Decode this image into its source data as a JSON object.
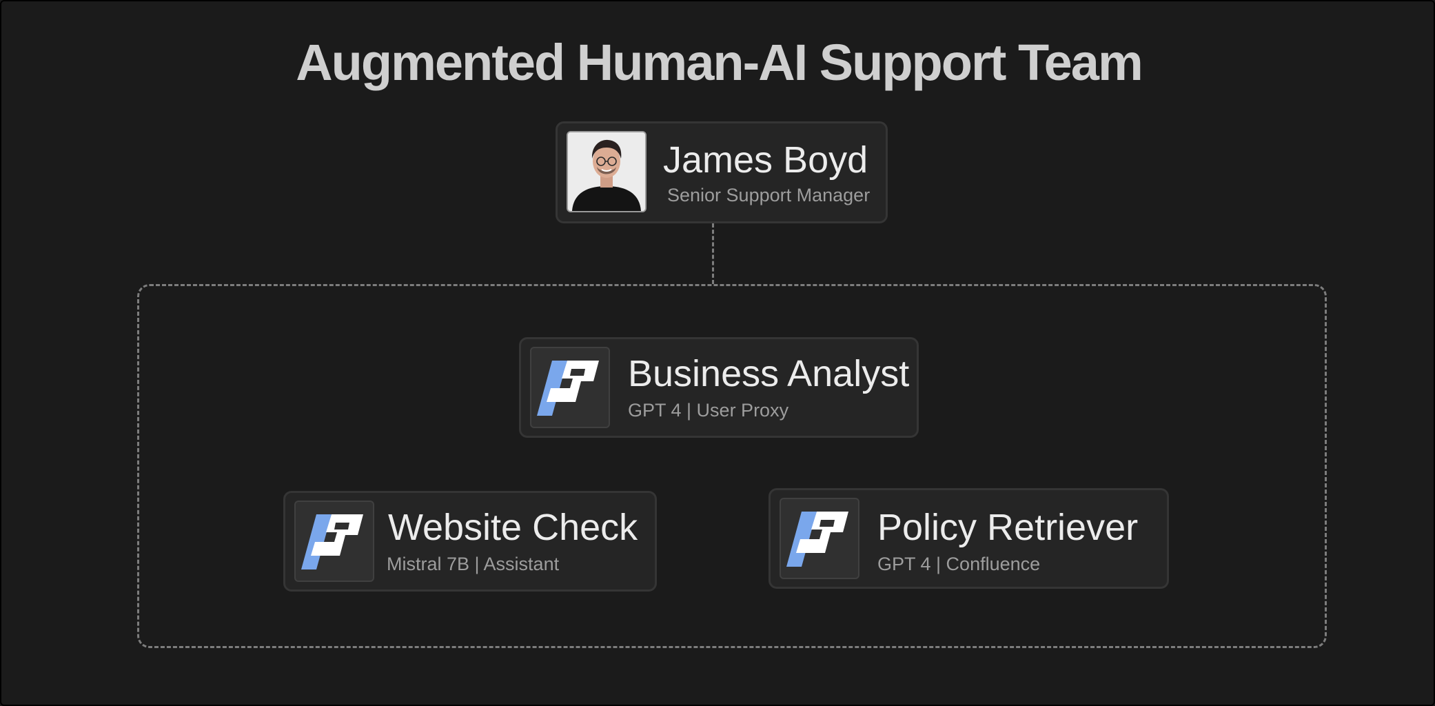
{
  "title": "Augmented Human-AI Support Team",
  "manager": {
    "name": "James Boyd",
    "role": "Senior Support Manager"
  },
  "agents": [
    {
      "name": "Business Analyst",
      "detail": "GPT 4 | User Proxy"
    },
    {
      "name": "Website Check",
      "detail": "Mistral 7B | Assistant"
    },
    {
      "name": "Policy Retriever",
      "detail": "GPT 4 | Confluence"
    }
  ],
  "colors": {
    "background": "#1b1b1b",
    "card": "#252525",
    "logo_accent": "#7aa7ec",
    "logo_main": "#ffffff"
  },
  "icons": {
    "manager_avatar": "person-photo",
    "agent_logo": "agent-logo-icon"
  }
}
